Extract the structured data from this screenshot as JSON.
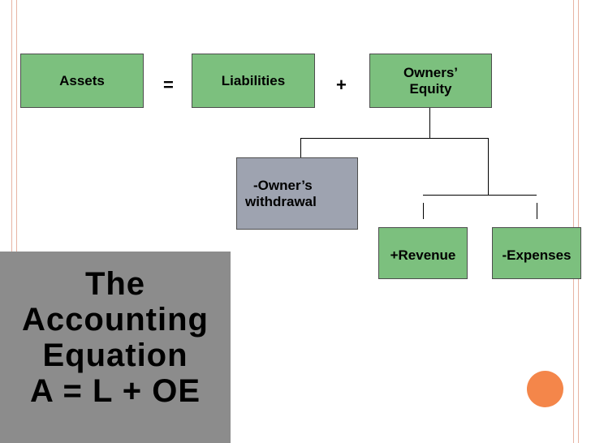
{
  "diagram": {
    "assets": "Assets",
    "equals": "=",
    "liabilities": "Liabilities",
    "plus": "+",
    "owners_equity_line1": "Owners’",
    "owners_equity_line2": "Equity",
    "withdrawal_line1": "-Owner’s",
    "withdrawal_line2": "withdrawal",
    "revenue": "+Revenue",
    "expenses": "-Expenses"
  },
  "title": {
    "line1": "The",
    "line2": "Accounting",
    "line3": "Equation",
    "line4": "A = L + OE"
  },
  "colors": {
    "equation_box": "#7cc07e",
    "withdrawal_box": "#9ea3b0",
    "title_panel": "#8c8c8c",
    "accent_dot": "#f4864a",
    "frame_line": "#e8b4a4"
  }
}
